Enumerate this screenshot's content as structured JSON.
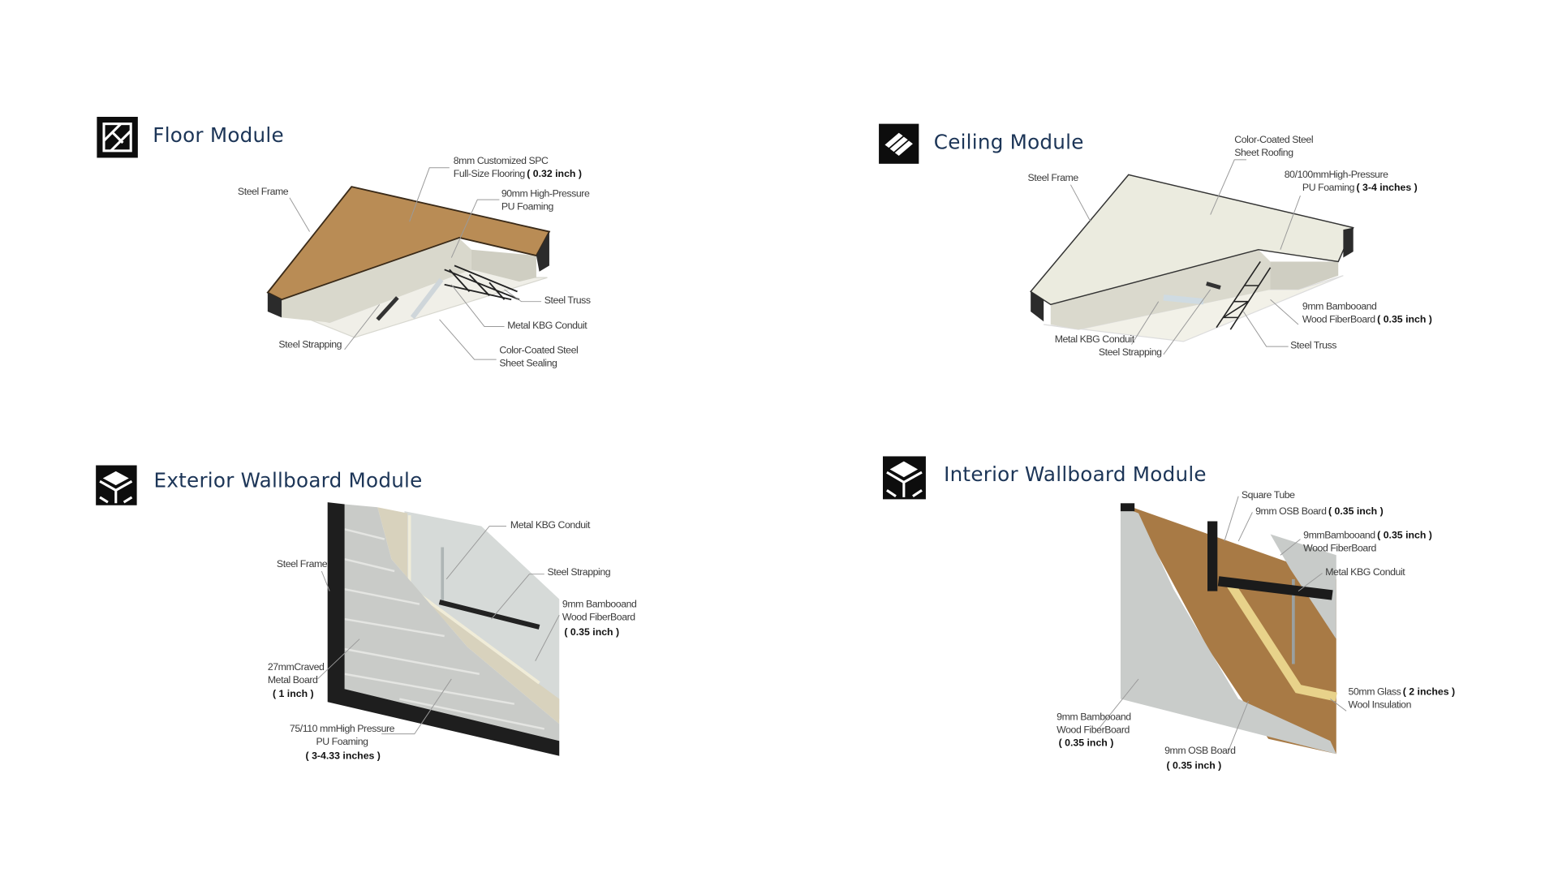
{
  "modules": {
    "floor": {
      "title": "Floor Module",
      "icon": "floor-grid-icon",
      "labels": {
        "spc_1": "8mm Customized SPC",
        "spc_2": "Full-Size Flooring",
        "spc_size": "( 0.32 inch )",
        "frame": "Steel Frame",
        "foam_1": "90mm High-Pressure",
        "foam_2": "PU Foaming",
        "truss": "Steel Truss",
        "conduit": "Metal KBG Conduit",
        "strapping": "Steel Strapping",
        "sealing_1": "Color-Coated Steel",
        "sealing_2": "Sheet Sealing"
      }
    },
    "ceiling": {
      "title": "Ceiling Module",
      "icon": "ceiling-stripes-icon",
      "labels": {
        "roof_1": "Color-Coated Steel",
        "roof_2": "Sheet Roofing",
        "frame": "Steel Frame",
        "foam_1": "80/100mmHigh-Pressure",
        "foam_2": "PU Foaming",
        "foam_size": "( 3-4 inches )",
        "board_1": "9mm Bambooand",
        "board_2": "Wood FiberBoard",
        "board_size": "( 0.35 inch )",
        "conduit": "Metal KBG Conduit",
        "strapping": "Steel Strapping",
        "truss": "Steel Truss"
      }
    },
    "exterior": {
      "title": "Exterior Wallboard Module",
      "icon": "exterior-cube-icon",
      "labels": {
        "conduit": "Metal KBG Conduit",
        "frame": "Steel Frame",
        "strapping": "Steel Strapping",
        "board_1": "9mm Bambooand",
        "board_2": "Wood FiberBoard",
        "board_size": "( 0.35 inch )",
        "metal_1": "27mmCraved",
        "metal_2": "Metal Board",
        "metal_size": "( 1 inch )",
        "foam_1": "75/110 mmHigh Pressure",
        "foam_2": "PU Foaming",
        "foam_size": "( 3-4.33 inches )"
      }
    },
    "interior": {
      "title": "Interior Wallboard Module",
      "icon": "interior-cube-icon",
      "labels": {
        "tube": "Square Tube",
        "osb_top": "9mm OSB Board",
        "osb_top_size": "( 0.35 inch )",
        "bamboo_top_1": "9mmBambooand",
        "bamboo_top_size": "( 0.35 inch )",
        "bamboo_top_2": "Wood FiberBoard",
        "conduit": "Metal KBG Conduit",
        "wool_1": "50mm Glass",
        "wool_size": "( 2 inches )",
        "wool_2": "Wool Insulation",
        "bamboo_bot_1": "9mm Bambooand",
        "bamboo_bot_2": "Wood FiberBoard",
        "bamboo_bot_size": "( 0.35 inch )",
        "osb_bot": "9mm OSB Board",
        "osb_bot_size": "( 0.35 inch )"
      }
    }
  },
  "colors": {
    "title": "#1c3557",
    "wood": "#b98c55",
    "foam": "#e4e3d6",
    "frame": "#2b2b2b"
  }
}
